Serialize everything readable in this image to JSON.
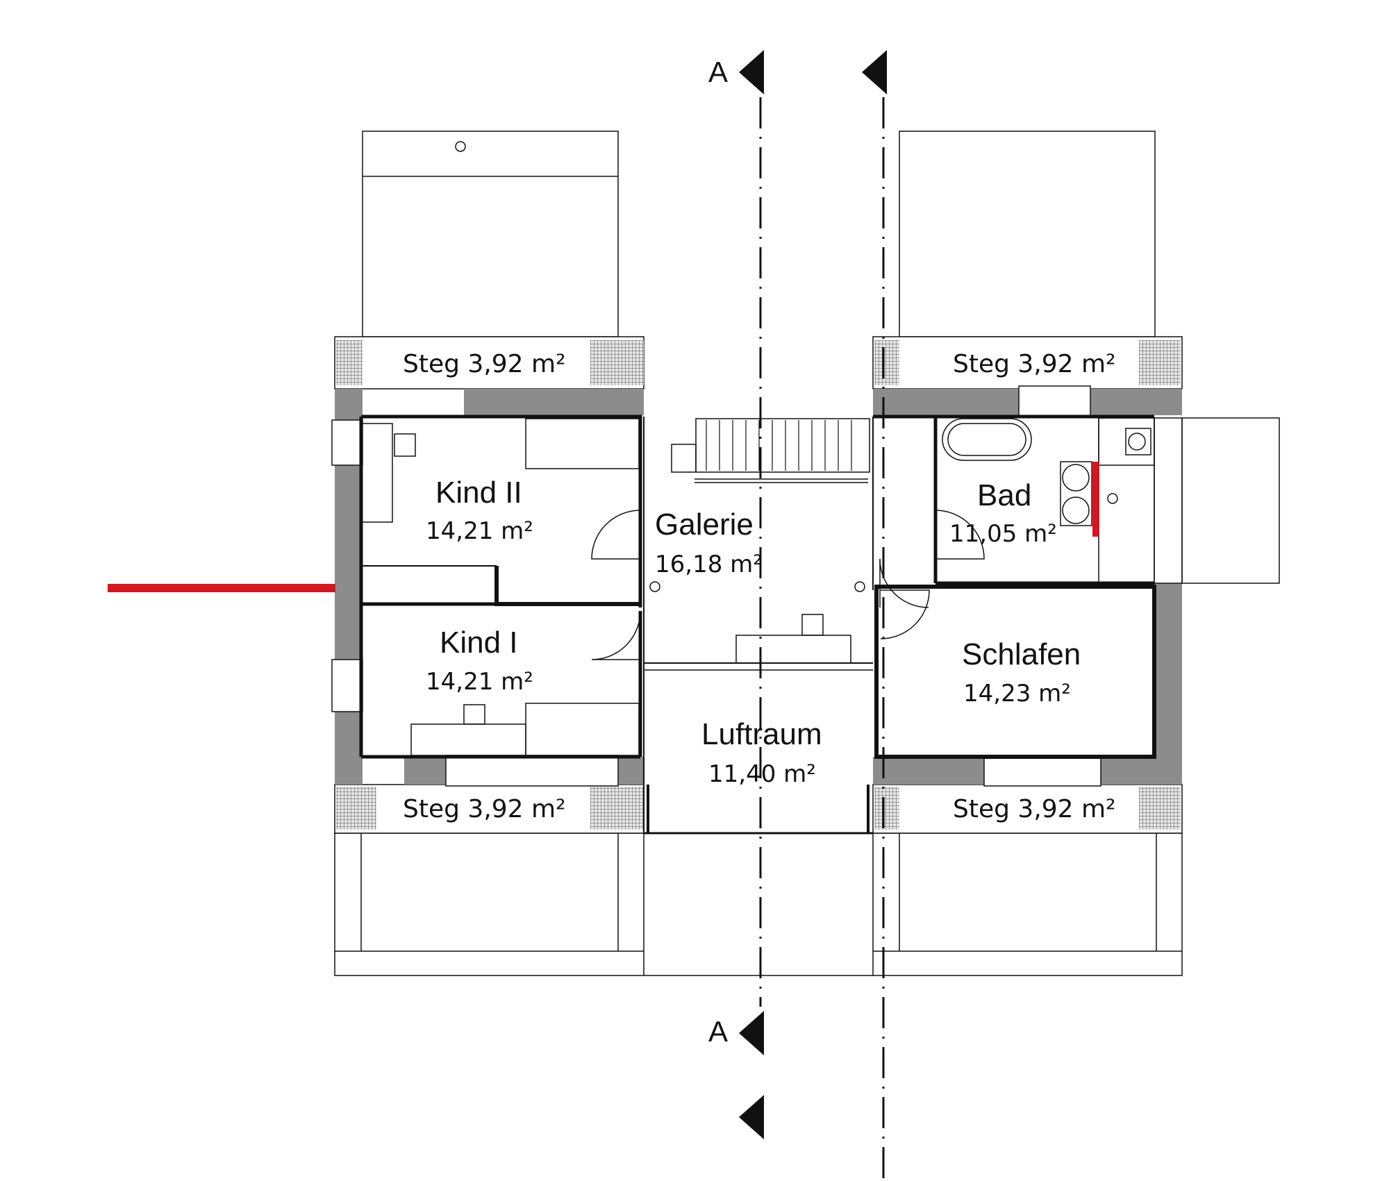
{
  "section_marker": {
    "label": "A"
  },
  "rooms": {
    "kind2": {
      "name": "Kind II",
      "area": "14,21 m²"
    },
    "kind1": {
      "name": "Kind I",
      "area": "14,21 m²"
    },
    "galerie": {
      "name": "Galerie",
      "area": "16,18 m²"
    },
    "luftraum": {
      "name": "Luftraum",
      "area": "11,40 m²"
    },
    "bad": {
      "name": "Bad",
      "area": "11,05 m²"
    },
    "schlafen": {
      "name": "Schlafen",
      "area": "14,23 m²"
    }
  },
  "stege": {
    "top_left": "Steg 3,92 m²",
    "top_right": "Steg 3,92 m²",
    "bottom_left": "Steg 3,92 m²",
    "bottom_right": "Steg 3,92 m²"
  },
  "colors": {
    "wall_gray": "#8c8c8c",
    "highlight_red": "#d9141e",
    "line": "#111111"
  }
}
